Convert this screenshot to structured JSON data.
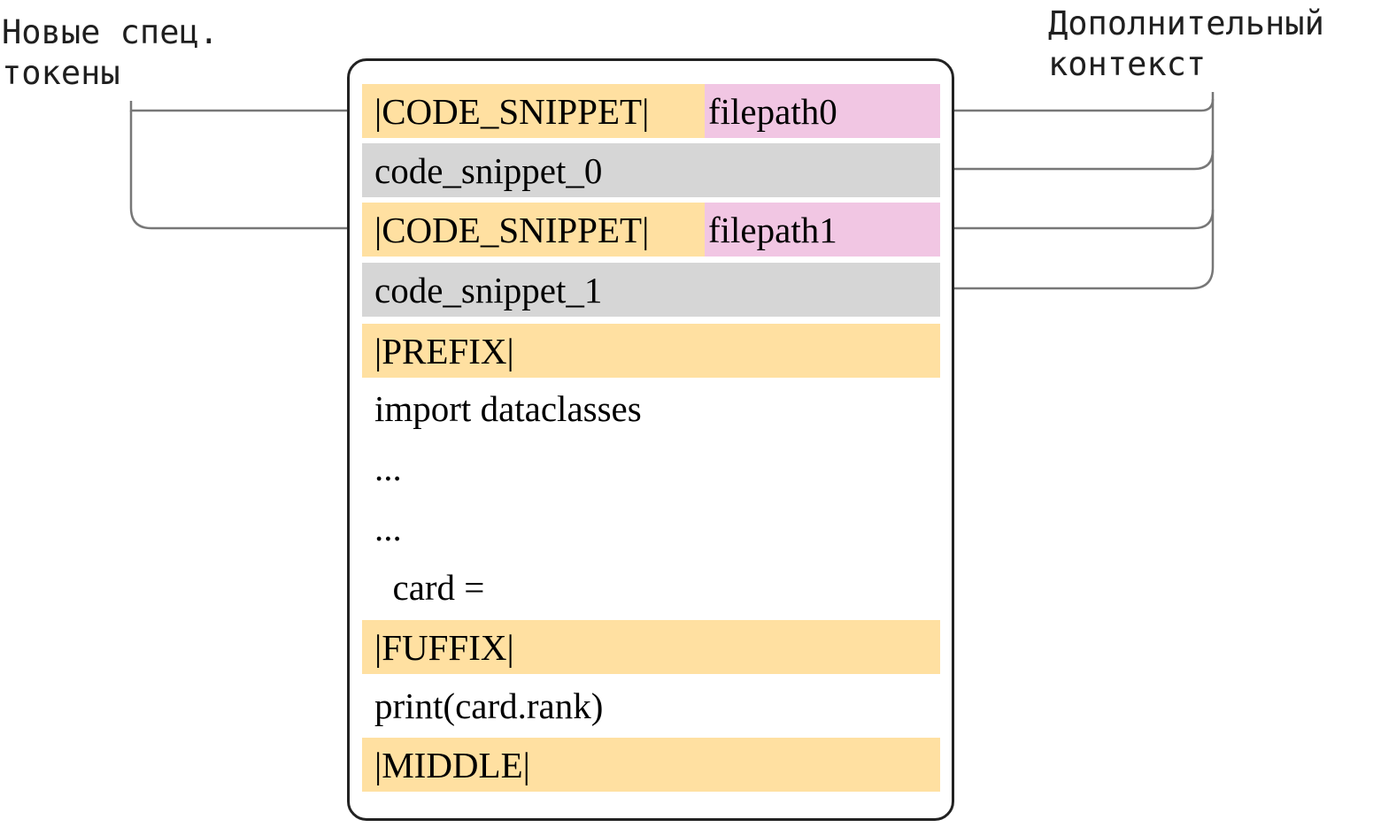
{
  "left_label": [
    "Новые спец.",
    "токены"
  ],
  "right_label": [
    "Дополнительный",
    "контекст"
  ],
  "rows": [
    {
      "parts": [
        {
          "text": "|CODE_SNIPPET|",
          "color": "#ffe0a1"
        },
        {
          "text": "filepath0",
          "color": "#f1c6e3"
        }
      ]
    },
    {
      "parts": [
        {
          "text": "code_snippet_0",
          "color": "#d6d6d6"
        }
      ]
    },
    {
      "parts": [
        {
          "text": "|CODE_SNIPPET|",
          "color": "#ffe0a1"
        },
        {
          "text": "filepath1",
          "color": "#f1c6e3"
        }
      ]
    },
    {
      "parts": [
        {
          "text": "code_snippet_1",
          "color": "#d6d6d6"
        }
      ]
    },
    {
      "parts": [
        {
          "text": "|PREFIX|",
          "color": "#ffe0a1"
        }
      ]
    },
    {
      "parts": [
        {
          "text": "import dataclasses",
          "color": "#ffffff"
        }
      ]
    },
    {
      "parts": [
        {
          "text": "...",
          "color": "#ffffff"
        }
      ]
    },
    {
      "parts": [
        {
          "text": "...",
          "color": "#ffffff"
        }
      ]
    },
    {
      "parts": [
        {
          "text": "  card =",
          "color": "#ffffff"
        }
      ]
    },
    {
      "parts": [
        {
          "text": "|FUFFIX|",
          "color": "#ffe0a1"
        }
      ]
    },
    {
      "parts": [
        {
          "text": "print(card.rank)",
          "color": "#ffffff"
        }
      ]
    },
    {
      "parts": [
        {
          "text": "|MIDDLE|",
          "color": "#ffe0a1"
        }
      ]
    }
  ],
  "colors": {
    "special_token": "#ffe0a1",
    "filepath": "#f1c6e3",
    "snippet": "#d6d6d6",
    "arrow": "#777777"
  }
}
